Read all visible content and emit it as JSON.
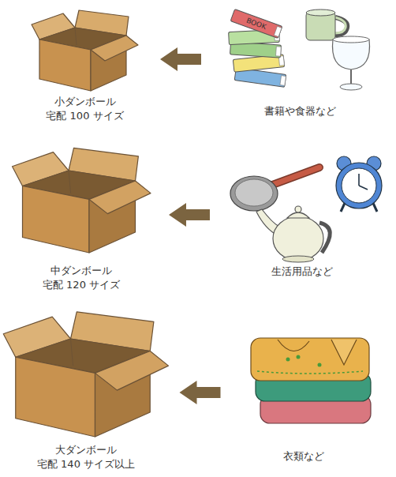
{
  "diagram": {
    "nodes": [
      {
        "text": [
          "小ダンボール",
          "宅配 100 サイズ"
        ]
      },
      {
        "text": [
          "書籍や食器など"
        ]
      },
      {
        "text": [
          "中ダンボール",
          "宅配 120 サイズ"
        ]
      },
      {
        "text": [
          "生活用品など"
        ]
      },
      {
        "text": [
          "大ダンボール",
          "宅配 140 サイズ以上"
        ]
      },
      {
        "text": [
          "衣類など"
        ]
      }
    ],
    "edges": [
      {
        "from": 1,
        "to": 0,
        "arrow": "to"
      },
      {
        "from": 3,
        "to": 2,
        "arrow": "to"
      },
      {
        "from": 5,
        "to": 4,
        "arrow": "to"
      }
    ],
    "labels": [
      "BOOK"
    ]
  }
}
